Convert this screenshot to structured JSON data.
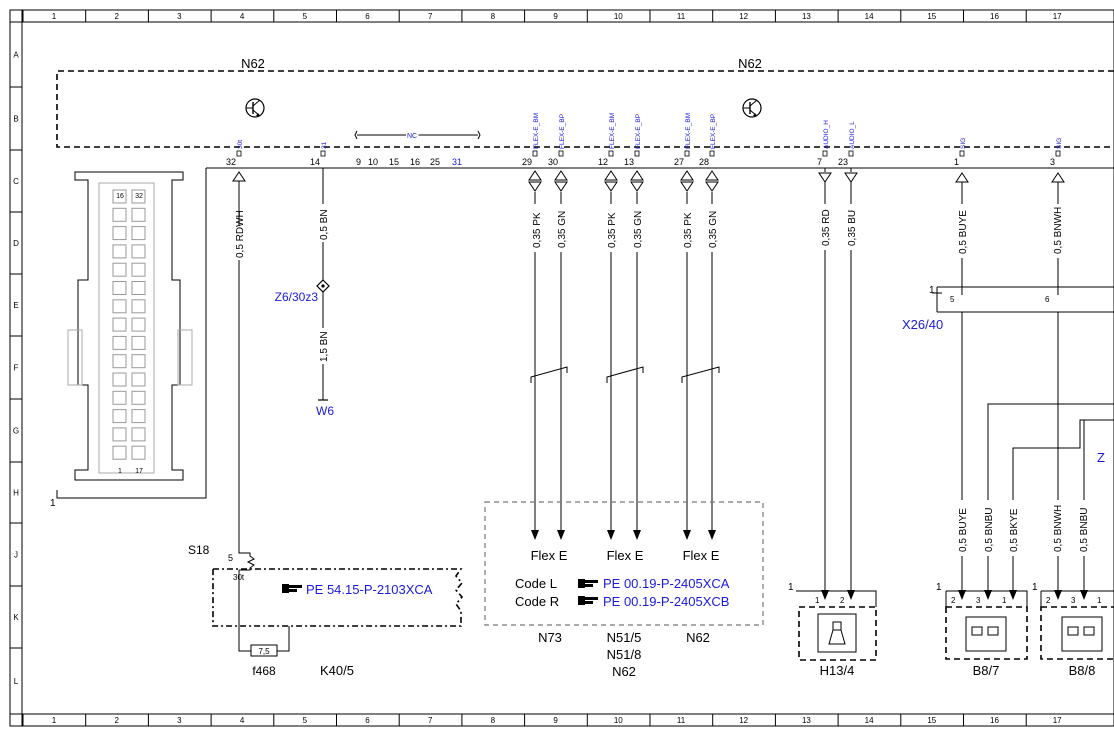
{
  "grid": {
    "columns": [
      "1",
      "2",
      "3",
      "4",
      "5",
      "6",
      "7",
      "8",
      "9",
      "10",
      "11",
      "12",
      "13",
      "14",
      "15",
      "16",
      "17"
    ],
    "rows": [
      "A",
      "B",
      "C",
      "D",
      "E",
      "F",
      "G",
      "H",
      "J",
      "K",
      "L"
    ]
  },
  "modules": {
    "n62_left": "N62",
    "n62_top": "N62",
    "connector_marker": "1",
    "nc_label": "NC"
  },
  "pins": [
    {
      "num": "32",
      "signal": "30t"
    },
    {
      "num": "14",
      "signal": "31"
    },
    {
      "num": "9",
      "signal": ""
    },
    {
      "num": "10",
      "signal": ""
    },
    {
      "num": "15",
      "signal": ""
    },
    {
      "num": "16",
      "signal": ""
    },
    {
      "num": "25",
      "signal": ""
    },
    {
      "num": "31",
      "signal": ""
    },
    {
      "num": "29",
      "signal": "FLEX-E_BM"
    },
    {
      "num": "30",
      "signal": "FLEX-E_BP"
    },
    {
      "num": "12",
      "signal": "FLEX-E_BM"
    },
    {
      "num": "13",
      "signal": "FLEX-E_BP"
    },
    {
      "num": "27",
      "signal": "FLEX-E_BM"
    },
    {
      "num": "28",
      "signal": "FLEX-E_BP"
    },
    {
      "num": "7",
      "signal": "AUDIO_H"
    },
    {
      "num": "23",
      "signal": "AUDIO_L"
    },
    {
      "num": "1",
      "signal": "SIG"
    },
    {
      "num": "3",
      "signal": "SIG"
    }
  ],
  "wires": [
    "0,5 RDWH",
    "0,5 BN",
    "1,5 BN",
    "0,35 PK",
    "0,35 GN",
    "0,35 PK",
    "0,35 GN",
    "0,35 PK",
    "0,35 GN",
    "0,35 RD",
    "0,35 BU",
    "0,5 BUYE",
    "0,5 BNWH"
  ],
  "lower_wires": [
    "0,5 BUYE",
    "0,5 BNBU",
    "0,5 BKYE",
    "0,5 BNWH",
    "0,5 BNBU"
  ],
  "labels": {
    "z6": "Z6/30z3",
    "w6": "W6",
    "x26": "X26/40",
    "x26_pin_a": "5",
    "x26_pin_b": "6",
    "x26_marker": "1",
    "z_partial": "Z",
    "s18": "S18",
    "s18_pin": "5",
    "s18_term": "30t",
    "fuse_value": "7,5",
    "f468": "f468",
    "k40": "K40/5",
    "pe_s18": "PE 54.15-P-2103XCA",
    "flex": [
      "Flex E",
      "Flex E",
      "Flex E"
    ],
    "code_l": "Code L",
    "code_r": "Code R",
    "pe_l": "PE 00.19-P-2405XCA",
    "pe_r": "PE 00.19-P-2405XCB",
    "n73": "N73",
    "n51_5": "N51/5",
    "n51_8": "N51/8",
    "n62_bottom": "N62",
    "h13": "H13/4",
    "b87": "B8/7",
    "b88": "B8/8",
    "comp_marker": "1"
  },
  "component_pins": {
    "h13": [
      "1",
      "2"
    ],
    "b87": [
      "2",
      "3",
      "1"
    ],
    "b88": [
      "2",
      "3",
      "1"
    ]
  },
  "connector_cavities": {
    "top": [
      "16",
      "32"
    ],
    "bottom": [
      "1",
      "17"
    ]
  },
  "colors": {
    "link_blue": "#1a1adc",
    "line": "#000000",
    "grid": "#000000"
  }
}
